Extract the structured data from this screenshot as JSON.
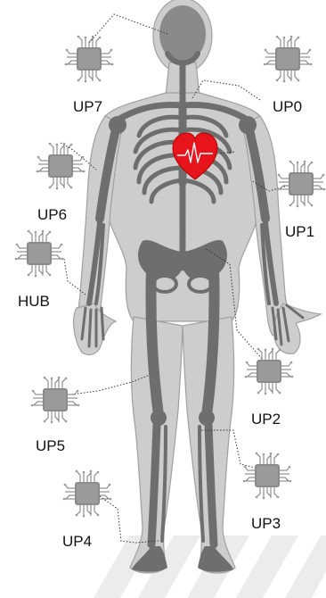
{
  "labels": {
    "up7": "UP7",
    "up0": "UP0",
    "up6": "UP6",
    "up1": "UP1",
    "hub": "HUB",
    "up2": "UP2",
    "up5": "UP5",
    "up3": "UP3",
    "up4": "UP4"
  },
  "icons": {
    "chip": "microchip-icon",
    "heart": "heart-icon",
    "body": "human-skeleton-illustration"
  },
  "colors": {
    "body_fill": "#c9c9c9",
    "body_outline": "#9a9a9a",
    "bone": "#6d6d6d",
    "heart": "#e8141b",
    "connector": "#333333",
    "chip": "#8a8a8a",
    "floor_stripe": "#ececec"
  }
}
